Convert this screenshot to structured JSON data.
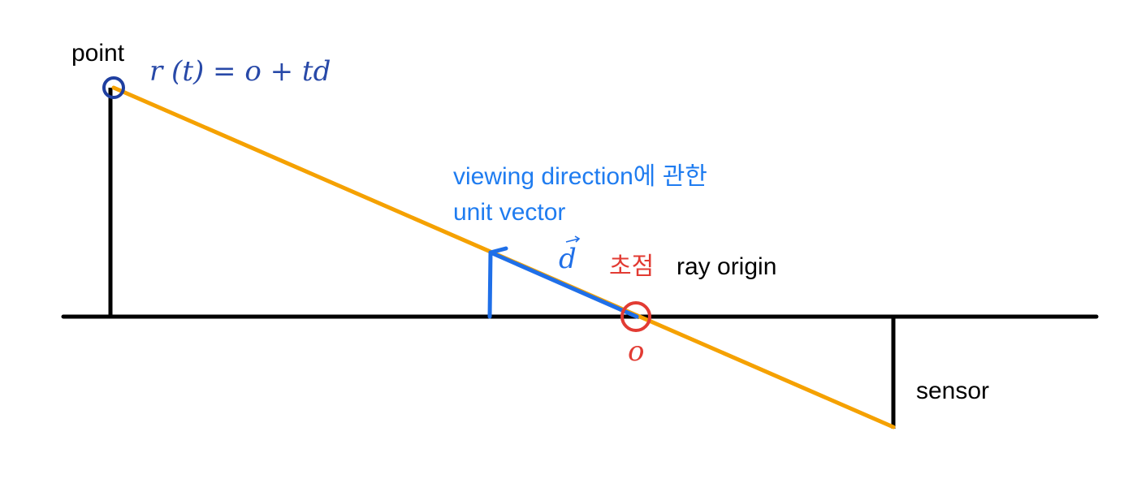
{
  "labels": {
    "point": "point",
    "ray_equation": "r (t) = o + td",
    "viewing_direction_line1": "viewing direction에 관한",
    "viewing_direction_line2": "unit vector",
    "direction_symbol": "d",
    "focal_point_korean": "초점",
    "ray_origin": "ray origin",
    "origin_symbol": "o",
    "sensor": "sensor"
  },
  "colors": {
    "baseline": "#000000",
    "ray": "#f5a100",
    "direction_vector": "#1f6fe8",
    "direction_text": "#1f7cf0",
    "origin_marker": "#e23b33",
    "point_marker": "#1f3fa0",
    "equation_text": "#2849a8",
    "label_text": "#000000"
  },
  "icons": {
    "point_marker": "circle",
    "origin_marker": "circle",
    "direction_arrowhead": "chevron-arrow"
  }
}
